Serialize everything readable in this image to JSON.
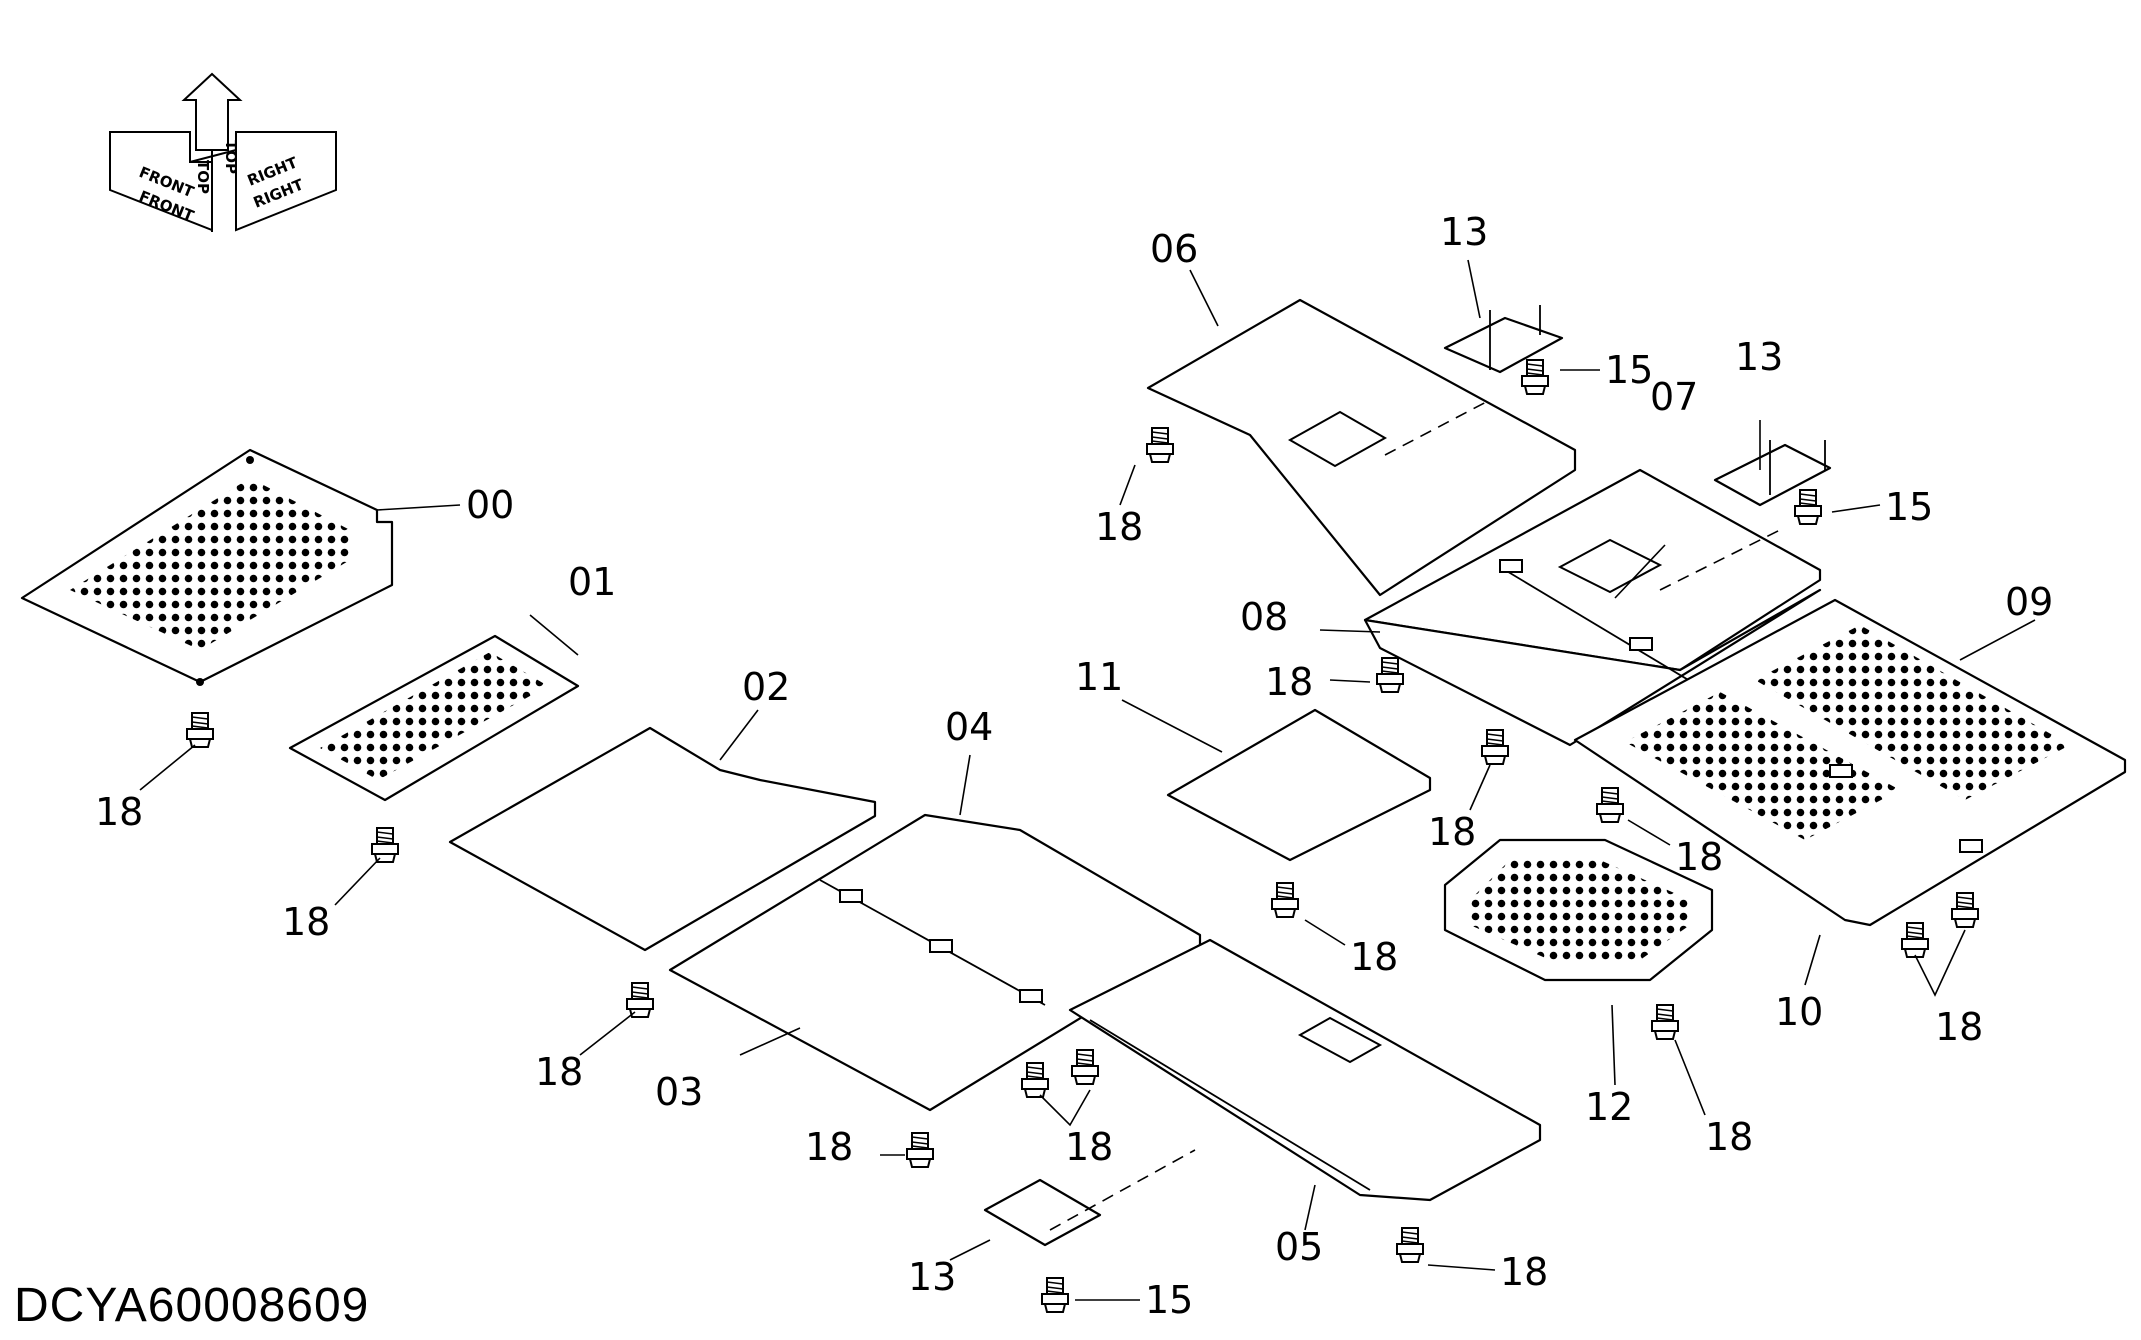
{
  "diagram": {
    "document_id": "DCYA60008609",
    "orientation": {
      "top": "TOP",
      "front": "FRONT",
      "right": "RIGHT"
    },
    "parts": [
      {
        "label": "00"
      },
      {
        "label": "01"
      },
      {
        "label": "02"
      },
      {
        "label": "03"
      },
      {
        "label": "04"
      },
      {
        "label": "05"
      },
      {
        "label": "06"
      },
      {
        "label": "07"
      },
      {
        "label": "08"
      },
      {
        "label": "09"
      },
      {
        "label": "10"
      },
      {
        "label": "11"
      },
      {
        "label": "12"
      },
      {
        "label": "13"
      },
      {
        "label": "15"
      },
      {
        "label": "18"
      }
    ]
  }
}
